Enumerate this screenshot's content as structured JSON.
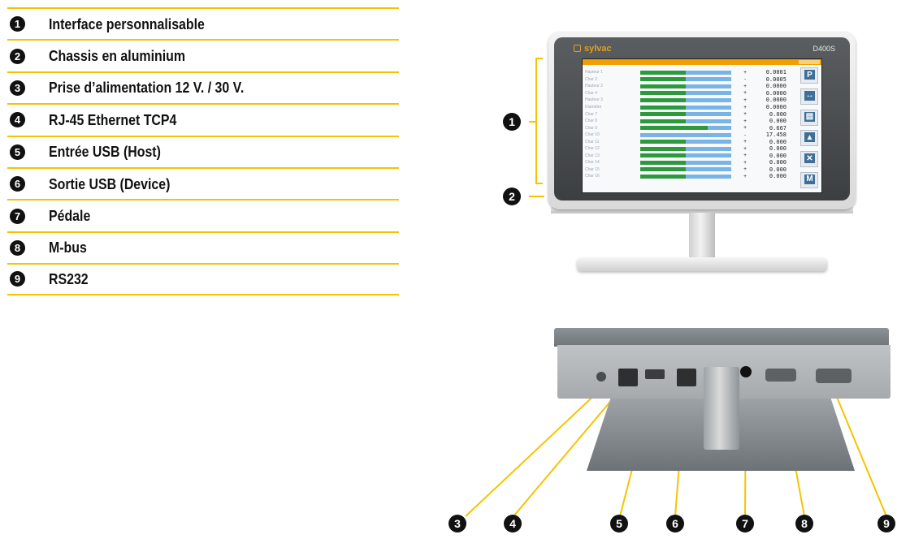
{
  "features": [
    {
      "num": "1",
      "label": "Interface personnalisable"
    },
    {
      "num": "2",
      "label": "Chassis en aluminium"
    },
    {
      "num": "3",
      "label": "Prise d’alimentation 12 V. / 30 V."
    },
    {
      "num": "4",
      "label": "RJ-45 Ethernet TCP4"
    },
    {
      "num": "5",
      "label": "Entrée USB (Host)"
    },
    {
      "num": "6",
      "label": "Sortie USB (Device)"
    },
    {
      "num": "7",
      "label": "Pédale"
    },
    {
      "num": "8",
      "label": "M-bus"
    },
    {
      "num": "9",
      "label": "RS232"
    }
  ],
  "device": {
    "brand": "sylvac",
    "model": "D400S"
  },
  "screen": {
    "channels": [
      {
        "label": "Hauteur 1",
        "sign": "+",
        "value": "0.0001",
        "level": 0.5
      },
      {
        "label": "Char 2",
        "sign": "-",
        "value": "0.0005",
        "level": 0.5
      },
      {
        "label": "Hauteur 2",
        "sign": "+",
        "value": "0.0000",
        "level": 0.5
      },
      {
        "label": "Char 4",
        "sign": "+",
        "value": "0.0000",
        "level": 0.5
      },
      {
        "label": "Hauteur 3",
        "sign": "+",
        "value": "0.0000",
        "level": 0.5
      },
      {
        "label": "Diamètre",
        "sign": "+",
        "value": "0.0000",
        "level": 0.5
      },
      {
        "label": "Char 7",
        "sign": "+",
        "value": "0.000",
        "level": 0.5
      },
      {
        "label": "Char 8",
        "sign": "+",
        "value": "0.000",
        "level": 0.5
      },
      {
        "label": "Char 9",
        "sign": "+",
        "value": "0.667",
        "level": 0.74
      },
      {
        "label": "Char 10",
        "sign": "-",
        "value": "17.458",
        "level": 0.0
      },
      {
        "label": "Char 11",
        "sign": "+",
        "value": "0.000",
        "level": 0.5
      },
      {
        "label": "Char 12",
        "sign": "+",
        "value": "0.000",
        "level": 0.5
      },
      {
        "label": "Char 13",
        "sign": "+",
        "value": "0.000",
        "level": 0.5
      },
      {
        "label": "Char 14",
        "sign": "+",
        "value": "0.000",
        "level": 0.5
      },
      {
        "label": "Char 15",
        "sign": "+",
        "value": "0.000",
        "level": 0.5
      },
      {
        "label": "Char 16",
        "sign": "+",
        "value": "0.000",
        "level": 0.5
      }
    ],
    "side_buttons": [
      {
        "icon": "p-icon",
        "glyph": "P"
      },
      {
        "icon": "connection-icon",
        "glyph": "↔"
      },
      {
        "icon": "chart-icon",
        "glyph": "▤"
      },
      {
        "icon": "tolerance-icon",
        "glyph": "▲"
      },
      {
        "icon": "tools-icon",
        "glyph": "✕"
      },
      {
        "icon": "memory-icon",
        "glyph": "M"
      }
    ]
  },
  "callouts": [
    "1",
    "2",
    "3",
    "4",
    "5",
    "6",
    "7",
    "8",
    "9"
  ],
  "colors": {
    "accent_line": "#f5c400",
    "callout_line": "#f5c400",
    "bar_green": "#2c9a3c",
    "bar_blue": "#79b4e6"
  }
}
